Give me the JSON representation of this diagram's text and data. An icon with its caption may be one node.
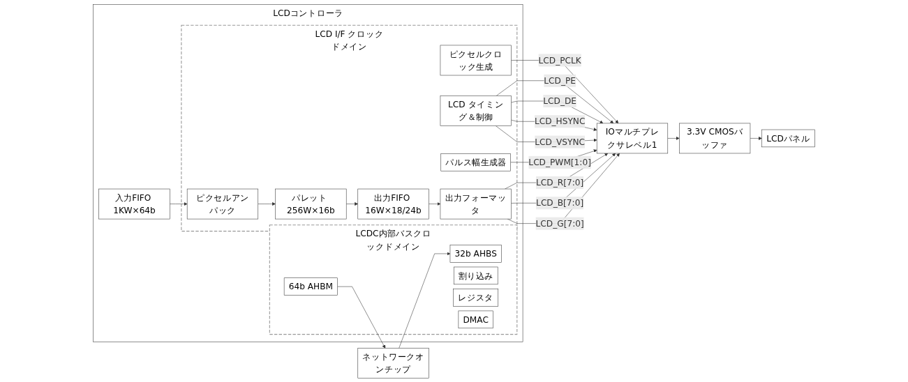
{
  "diagram": {
    "nodes": [
      {
        "text": [
          "ネットワークオンチップ"
        ]
      },
      {
        "text": [
          "LCDコントローラ"
        ]
      },
      {
        "text": [
          "LCDC内部バスクロックドメイン"
        ],
        "in": 1
      },
      {
        "text": [
          "32b AHBS"
        ],
        "in": 2
      },
      {
        "text": [
          "64b AHBM"
        ],
        "in": 2
      },
      {
        "text": [
          "割り込み"
        ],
        "in": 2
      },
      {
        "text": [
          "レジスタ"
        ],
        "in": 2
      },
      {
        "text": [
          "DMAC"
        ],
        "in": 2
      },
      {
        "text": [
          "入力FIFO 1KW×64b"
        ],
        "in": 1
      },
      {
        "text": [
          "LCD I/F クロックドメイン"
        ],
        "in": 1
      },
      {
        "text": [
          "ピクセルクロック生成"
        ],
        "in": 9
      },
      {
        "text": [
          "LCD タイミング＆制御"
        ],
        "in": 9
      },
      {
        "text": [
          "パルス幅生成器"
        ],
        "in": 9
      },
      {
        "text": [
          "ピクセルアンパック"
        ],
        "in": 9
      },
      {
        "text": [
          "パレット 256W×16b"
        ],
        "in": 9
      },
      {
        "text": [
          "出力FIFO 16W×18/24b"
        ],
        "in": 9
      },
      {
        "text": [
          "出力フォーマッタ"
        ],
        "in": 9
      },
      {
        "text": [
          "IOマルチプレクサレベル1"
        ]
      },
      {
        "text": [
          "3.3V CMOSバッファ"
        ]
      },
      {
        "text": [
          "LCDパネル"
        ]
      }
    ],
    "edges": [
      {
        "from": 0,
        "to": 3,
        "arrow": "to"
      },
      {
        "from": 4,
        "to": 0,
        "arrow": "to"
      },
      {
        "from": 8,
        "to": 13,
        "arrow": "to"
      },
      {
        "from": 13,
        "to": 14,
        "arrow": "to"
      },
      {
        "from": 14,
        "to": 15,
        "arrow": "to"
      },
      {
        "from": 15,
        "to": 16,
        "arrow": "to"
      },
      {
        "from": 10,
        "to": 17,
        "label": "LCD_PCLK",
        "arrow": "to"
      },
      {
        "from": 11,
        "to": 17,
        "label": "LCD_PE",
        "arrow": "to"
      },
      {
        "from": 11,
        "to": 17,
        "label": "LCD_DE",
        "arrow": "to"
      },
      {
        "from": 11,
        "to": 17,
        "label": "LCD_HSYNC",
        "arrow": "to"
      },
      {
        "from": 11,
        "to": 17,
        "label": "LCD_VSYNC",
        "arrow": "to"
      },
      {
        "from": 12,
        "to": 17,
        "label": "LCD_PWM[1:0]",
        "arrow": "to"
      },
      {
        "from": 16,
        "to": 17,
        "label": "LCD_R[7:0]",
        "arrow": "to"
      },
      {
        "from": 16,
        "to": 17,
        "label": "LCD_B[7:0]",
        "arrow": "to"
      },
      {
        "from": 16,
        "to": 17,
        "label": "LCD_G[7:0]",
        "arrow": "to"
      },
      {
        "from": 17,
        "to": 18,
        "arrow": "to"
      },
      {
        "from": 18,
        "to": 19,
        "arrow": "to"
      }
    ]
  }
}
